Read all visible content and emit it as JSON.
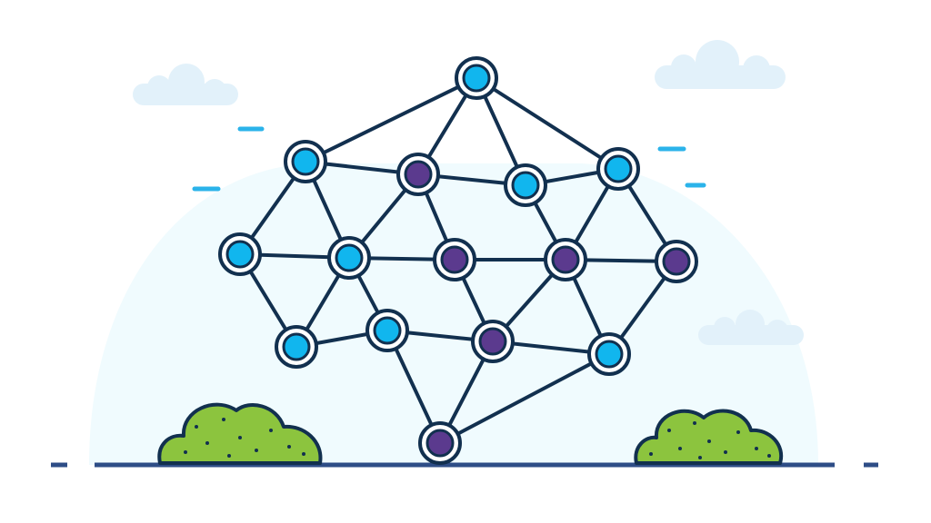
{
  "illustration": {
    "subject": "network-graph",
    "colors": {
      "background": "#ffffff",
      "backdrop": "#f0fbfe",
      "cloud": "#e2f1fa",
      "outline": "#12304f",
      "node_blue": "#11b6ee",
      "node_purple": "#5b3a8e",
      "bush": "#8cc43e",
      "ground": "#2e4d86",
      "wind_dash": "#2bb3ea"
    },
    "nodes": [
      {
        "id": "n1",
        "color": "blue"
      },
      {
        "id": "n2",
        "color": "blue"
      },
      {
        "id": "n3",
        "color": "purple"
      },
      {
        "id": "n4",
        "color": "blue"
      },
      {
        "id": "n5",
        "color": "blue"
      },
      {
        "id": "n6",
        "color": "blue"
      },
      {
        "id": "n7",
        "color": "blue"
      },
      {
        "id": "n8",
        "color": "purple"
      },
      {
        "id": "n9",
        "color": "purple"
      },
      {
        "id": "n10",
        "color": "purple"
      },
      {
        "id": "n11",
        "color": "blue"
      },
      {
        "id": "n12",
        "color": "blue"
      },
      {
        "id": "n13",
        "color": "purple"
      },
      {
        "id": "n14",
        "color": "blue"
      },
      {
        "id": "n15",
        "color": "purple"
      }
    ],
    "edges": [
      [
        "n1",
        "n2"
      ],
      [
        "n1",
        "n3"
      ],
      [
        "n1",
        "n4"
      ],
      [
        "n1",
        "n5"
      ],
      [
        "n2",
        "n3"
      ],
      [
        "n2",
        "n6"
      ],
      [
        "n2",
        "n7"
      ],
      [
        "n3",
        "n4"
      ],
      [
        "n3",
        "n7"
      ],
      [
        "n3",
        "n8"
      ],
      [
        "n4",
        "n5"
      ],
      [
        "n4",
        "n9"
      ],
      [
        "n5",
        "n9"
      ],
      [
        "n5",
        "n10"
      ],
      [
        "n6",
        "n7"
      ],
      [
        "n6",
        "n11"
      ],
      [
        "n7",
        "n8"
      ],
      [
        "n7",
        "n11"
      ],
      [
        "n7",
        "n12"
      ],
      [
        "n8",
        "n9"
      ],
      [
        "n8",
        "n13"
      ],
      [
        "n9",
        "n10"
      ],
      [
        "n9",
        "n13"
      ],
      [
        "n9",
        "n14"
      ],
      [
        "n10",
        "n14"
      ],
      [
        "n11",
        "n12"
      ],
      [
        "n12",
        "n13"
      ],
      [
        "n12",
        "n15"
      ],
      [
        "n13",
        "n14"
      ],
      [
        "n13",
        "n15"
      ],
      [
        "n14",
        "n15"
      ]
    ]
  }
}
